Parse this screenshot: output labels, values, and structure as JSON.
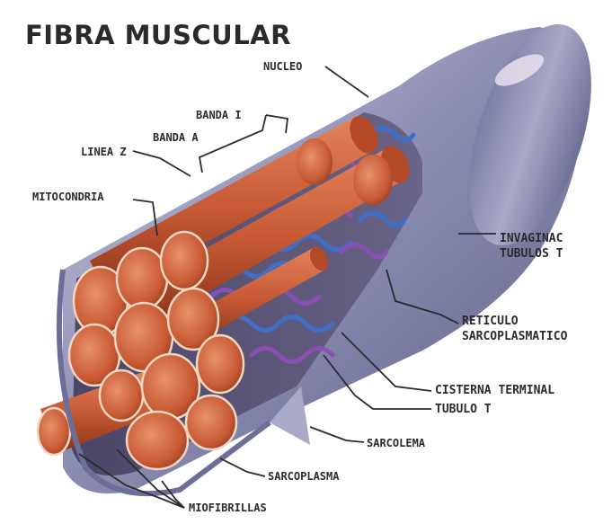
{
  "title": "FIBRA MUSCULAR",
  "labels": {
    "nucleo": "NUCLEO",
    "banda_i": "BANDA I",
    "banda_a": "BANDA A",
    "linea_z": "LINEA Z",
    "mitocondria": "MITOCONDRIA",
    "invaginac_1": "INVAGINAC",
    "invaginac_2": "TUBULOS T",
    "reticulo_1": "RETICULO",
    "reticulo_2": "SARCOPLASMATICO",
    "cisterna": "CISTERNA TERMINAL",
    "tubulo_t": "TUBULO T",
    "sarcolema": "SARCOLEMA",
    "sarcoplasma": "SARCOPLASMA",
    "miofibrillas": "MIOFIBRILLAS"
  },
  "colors": {
    "sarcolemma": "#8e8fb4",
    "sarcolemma_dark": "#5d5f86",
    "sarcolemma_light": "#c9c9dc",
    "myofibril": "#c85a35",
    "myofibril_dark": "#8a3418",
    "myofibril_light": "#e3845c",
    "reticulum_blue": "#3f6fc7",
    "reticulum_purple": "#8a4fb5",
    "leader_line": "#2b2b2b"
  }
}
